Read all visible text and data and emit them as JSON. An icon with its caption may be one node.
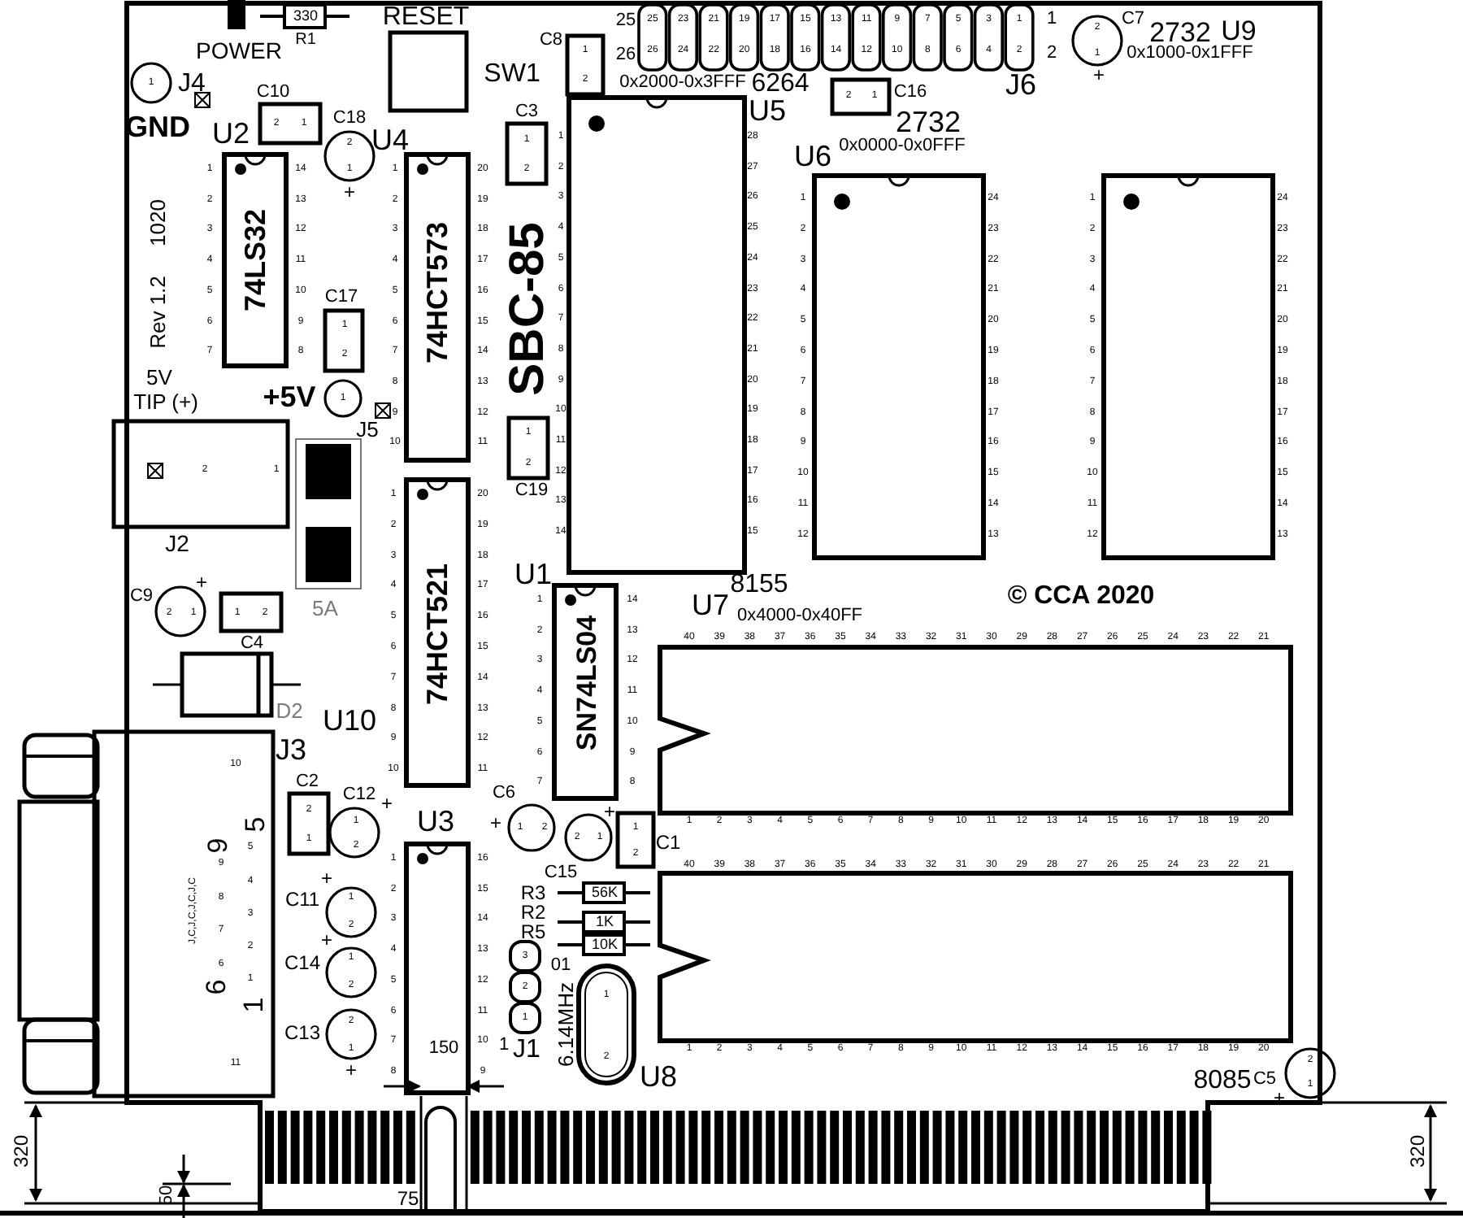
{
  "diagram": {
    "title": "SBC-85",
    "nodes": [
      {
        "text": [
          "POWER"
        ]
      },
      {
        "text": [
          "330",
          "R1"
        ]
      },
      {
        "text": [
          "RESET"
        ]
      },
      {
        "text": [
          "C8",
          "1",
          "2"
        ]
      },
      {
        "text": [
          "25",
          "25",
          "23",
          "21",
          "19",
          "17",
          "15",
          "13",
          "11",
          "9",
          "7",
          "5",
          "3",
          "1",
          "1",
          "26",
          "26",
          "24",
          "22",
          "20",
          "18",
          "16",
          "14",
          "12",
          "10",
          "8",
          "6",
          "4",
          "2",
          "2"
        ]
      },
      {
        "text": [
          "2",
          "C7",
          "1",
          "+"
        ]
      },
      {
        "text": [
          "1",
          "J4"
        ]
      },
      {
        "text": [
          "C10",
          "2",
          "1"
        ]
      },
      {
        "text": [
          "C18",
          "2",
          "1",
          "+"
        ]
      },
      {
        "text": [
          "U2",
          "74LS32"
        ],
        "beside": [
          "1",
          "2",
          "3",
          "4",
          "5",
          "6",
          "7",
          "8",
          "9",
          "10",
          "11",
          "12",
          "13",
          "14"
        ]
      },
      {
        "text": [
          "U4",
          "74HCT573"
        ],
        "beside": [
          "1",
          "2",
          "3",
          "4",
          "5",
          "6",
          "7",
          "8",
          "9",
          "10",
          "11",
          "12",
          "13",
          "14",
          "15",
          "16",
          "17",
          "18",
          "19",
          "20"
        ]
      },
      {
        "text": [
          "C3",
          "1",
          "2"
        ]
      },
      {
        "text": [
          "0x2000-0x3FFF",
          "6264",
          "U5"
        ],
        "beside": [
          "1",
          "2",
          "3",
          "4",
          "5",
          "6",
          "7",
          "8",
          "9",
          "10",
          "11",
          "12",
          "13",
          "14",
          "15",
          "16",
          "17",
          "18",
          "19",
          "20",
          "21",
          "22",
          "23",
          "24",
          "25",
          "26",
          "27",
          "28"
        ]
      },
      {
        "text": [
          "2",
          "1",
          "C16"
        ]
      },
      {
        "text": [
          "2732",
          "U6",
          "0x0000-0x0FFF"
        ],
        "beside": [
          "1",
          "2",
          "3",
          "4",
          "5",
          "6",
          "7",
          "8",
          "9",
          "10",
          "11",
          "12",
          "13",
          "14",
          "15",
          "16",
          "17",
          "18",
          "19",
          "20",
          "21",
          "22",
          "23",
          "24"
        ]
      },
      {
        "text": [],
        "shape": "box",
        "beside": [
          "1",
          "2",
          "3",
          "4",
          "5",
          "6",
          "7",
          "8",
          "9",
          "10",
          "11",
          "12",
          "13",
          "14",
          "15",
          "16",
          "17",
          "18",
          "19",
          "20",
          "21",
          "22",
          "23",
          "24"
        ]
      },
      {
        "text": [
          "C17",
          "1",
          "2"
        ]
      },
      {
        "text": [
          "1",
          "J5"
        ]
      },
      {
        "text": [
          "2",
          "1",
          "J2"
        ]
      },
      {
        "text": [
          "5A"
        ]
      },
      {
        "text": [
          "1",
          "2",
          "C19"
        ]
      },
      {
        "text": [
          "U1",
          "SN74LS04"
        ],
        "beside": [
          "1",
          "2",
          "3",
          "4",
          "5",
          "6",
          "7",
          "8",
          "9",
          "10",
          "11",
          "12",
          "13",
          "14"
        ]
      },
      {
        "text": [
          "74HCT521",
          "U10"
        ],
        "beside": [
          "1",
          "2",
          "3",
          "4",
          "5",
          "6",
          "7",
          "8",
          "9",
          "10",
          "11",
          "12",
          "13",
          "14",
          "15",
          "16",
          "17",
          "18",
          "19",
          "20"
        ]
      },
      {
        "text": [
          "U7",
          "8155",
          "0x4000-0x40FF"
        ],
        "beside": [
          "1",
          "2",
          "3",
          "4",
          "5",
          "6",
          "7",
          "8",
          "9",
          "10",
          "11",
          "12",
          "13",
          "14",
          "15",
          "16",
          "17",
          "18",
          "19",
          "20",
          "21",
          "22",
          "23",
          "24",
          "25",
          "26",
          "27",
          "28",
          "29",
          "30",
          "31",
          "32",
          "33",
          "34",
          "35",
          "36",
          "37",
          "38",
          "39",
          "40"
        ]
      },
      {
        "text": [
          "+",
          "C9",
          "2",
          "1"
        ]
      },
      {
        "text": [
          "1",
          "2",
          "C4"
        ]
      },
      {
        "text": [
          "D2"
        ]
      },
      {
        "text": [
          "J3",
          "10",
          "5",
          "9",
          "5",
          "9",
          "4",
          "8",
          "J,C,J,C,J,C,J,C",
          "3",
          "7",
          "2",
          "6",
          "1",
          "6",
          "1",
          "11"
        ]
      },
      {
        "text": [
          "C2",
          "2",
          "1"
        ]
      },
      {
        "text": [
          "C12",
          "+",
          "1",
          "2"
        ]
      },
      {
        "text": [
          "U3"
        ],
        "beside": [
          "1",
          "2",
          "3",
          "4",
          "5",
          "6",
          "7",
          "8",
          "9",
          "10",
          "11",
          "12",
          "13",
          "14",
          "15",
          "16"
        ]
      },
      {
        "text": [
          "+",
          "C11",
          "1",
          "2"
        ]
      },
      {
        "text": [
          "+",
          "C14",
          "1",
          "2"
        ]
      },
      {
        "text": [
          "C13",
          "2",
          "1",
          "+"
        ]
      },
      {
        "text": [
          "C6",
          "+",
          "1",
          "2"
        ]
      },
      {
        "text": [
          "+",
          "2",
          "1",
          "C15"
        ]
      },
      {
        "text": [
          "1",
          "C1",
          "2"
        ]
      },
      {
        "text": [
          "R3",
          "56K"
        ]
      },
      {
        "text": [
          "R2",
          "1K"
        ]
      },
      {
        "text": [
          "R5",
          "10K"
        ]
      },
      {
        "text": [
          "3",
          "2",
          "1",
          "1",
          "J1"
        ]
      },
      {
        "text": [
          "6.14MHz",
          "1",
          "2"
        ]
      },
      {
        "text": [
          "U8",
          "8085"
        ],
        "beside": [
          "1",
          "2",
          "3",
          "4",
          "5",
          "6",
          "7",
          "8",
          "9",
          "10",
          "11",
          "12",
          "13",
          "14",
          "15",
          "16",
          "17",
          "18",
          "19",
          "20",
          "21",
          "22",
          "23",
          "24",
          "25",
          "26",
          "27",
          "28",
          "29",
          "30",
          "31",
          "32",
          "33",
          "34",
          "35",
          "36",
          "37",
          "38",
          "39",
          "40"
        ]
      },
      {
        "text": [
          "2",
          "C5",
          "1",
          "+"
        ]
      }
    ],
    "labels": [
      "2732",
      "U9",
      "0x1000-0x1FFF",
      "SW1",
      "J6",
      "GND",
      "1020",
      "Rev 1.2",
      "5V",
      "TIP (+)",
      "+5V",
      "© CCA 2020",
      "01",
      "320",
      "150",
      "50",
      "75",
      "320"
    ]
  }
}
